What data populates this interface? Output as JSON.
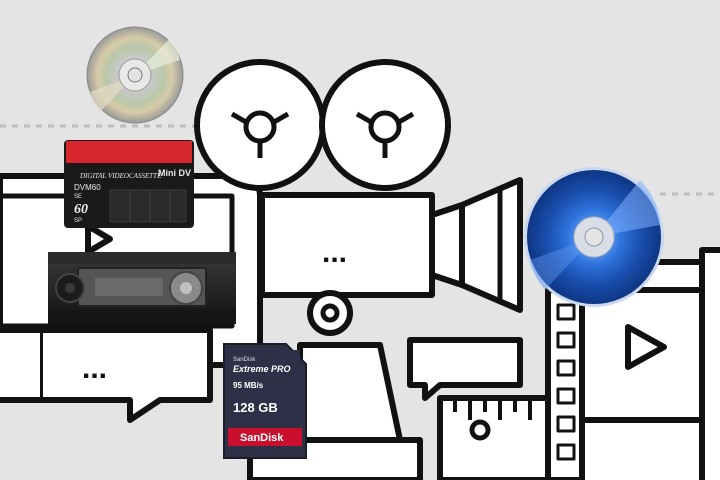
{
  "colors": {
    "background": "#e4e4e4",
    "line_art": "#111111",
    "fill": "#ffffff",
    "dashes": "#bdbdbd",
    "bluray_disc": "#1f5fc4",
    "minidv_label": "#d7262e",
    "sd_card_body": "#2d3046",
    "sandisk_red": "#c8102e"
  },
  "icons": {
    "film_reels": "film-reel-icon",
    "projector": "projector-icon",
    "monitor": "monitor-icon",
    "video_player": "video-player-icon",
    "speech_bubble": "speech-bubble-icon",
    "ruler": "ruler-icon",
    "film_strip": "film-strip-icon"
  },
  "media": {
    "minidv": {
      "top_label": "DIGITAL VIDEOCASSETTE",
      "brand": "Mini DV",
      "model": "DVM60",
      "sub": "SE",
      "duration": "60",
      "mode": "SP"
    },
    "sd_card": {
      "brand_small": "SanDisk",
      "product": "Extreme PRO",
      "speed": "95 MB/s",
      "capacity": "128 GB",
      "brand": "SanDisk"
    }
  },
  "ellipsis": "..."
}
